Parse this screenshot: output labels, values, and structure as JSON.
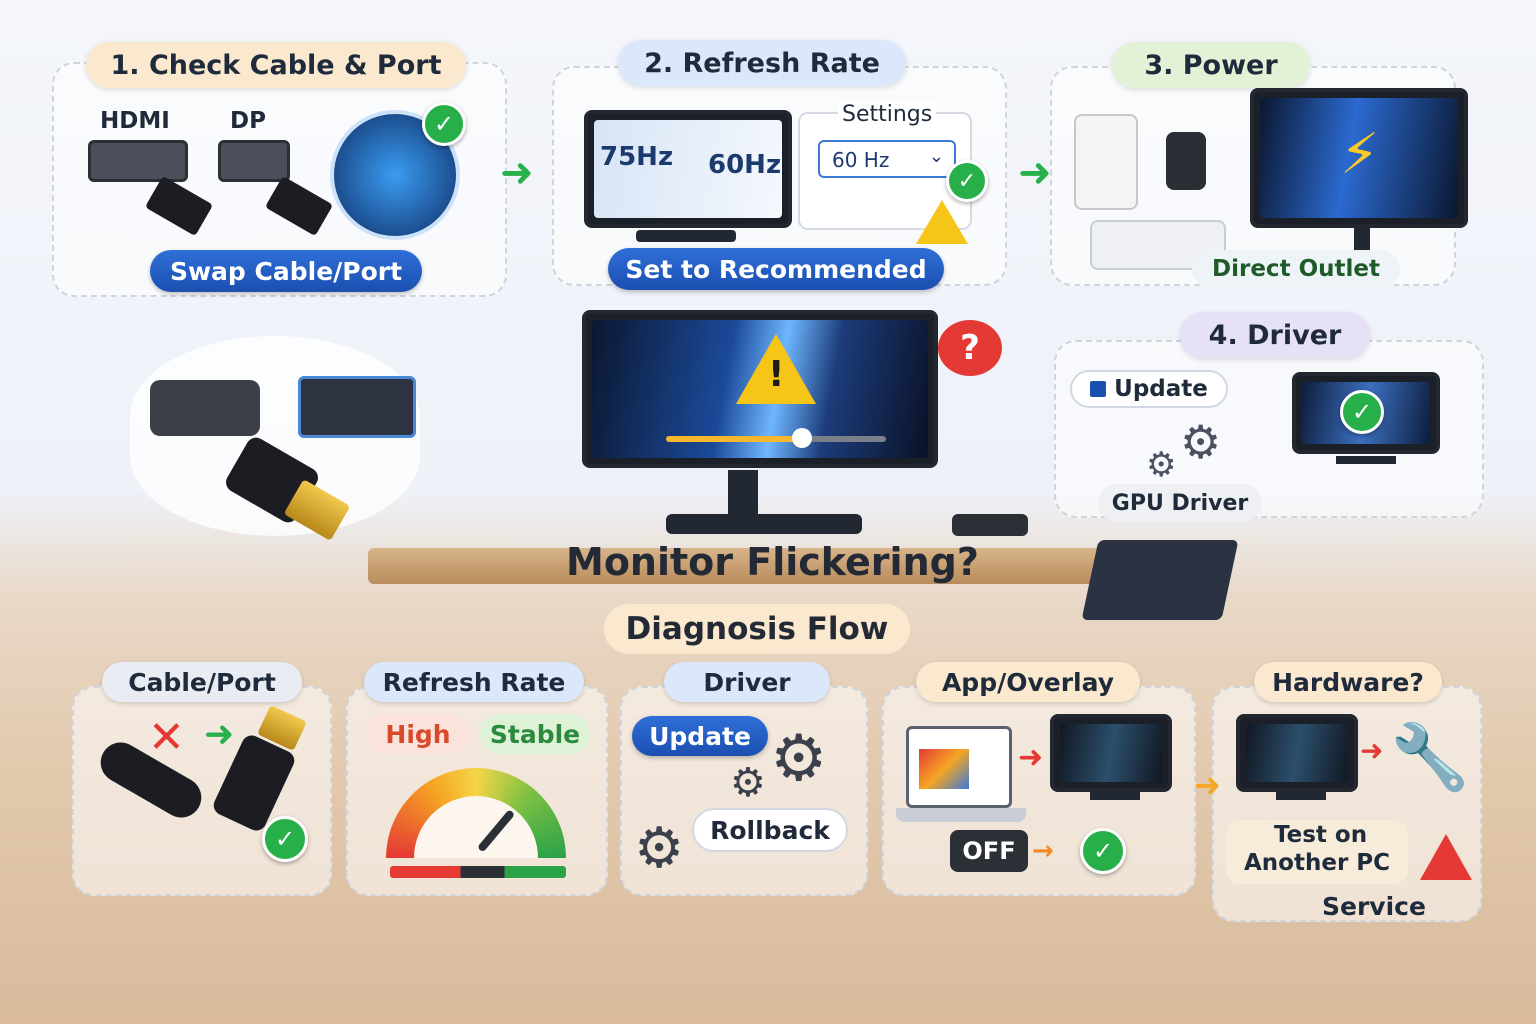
{
  "main_title": "Monitor Flickering?",
  "flow_label": "Diagnosis Flow",
  "step1": {
    "title": "1. Check Cable & Port",
    "hdmi": "HDMI",
    "dp": "DP",
    "action": "Swap Cable/Port"
  },
  "step2": {
    "title": "2. Refresh Rate",
    "from_rate": "75Hz",
    "to_rate": "60Hz",
    "settings_label": "Settings",
    "dropdown_value": "60 Hz",
    "action": "Set to Recommended"
  },
  "step3": {
    "title": "3. Power",
    "action": "Direct Outlet"
  },
  "step4": {
    "title": "4. Driver",
    "update": "Update",
    "gpu": "GPU Driver"
  },
  "center": {
    "question_mark": "?",
    "warning": "!"
  },
  "bottom": {
    "cable": {
      "title": "Cable/Port"
    },
    "refresh": {
      "title": "Refresh Rate",
      "high": "High",
      "stable": "Stable"
    },
    "driver": {
      "title": "Driver",
      "update": "Update",
      "rollback": "Rollback"
    },
    "app": {
      "title": "App/Overlay",
      "off": "OFF"
    },
    "hardware": {
      "title": "Hardware?",
      "test_line1": "Test on",
      "test_line2": "Another PC",
      "service": "Service"
    }
  },
  "colors": {
    "accent_blue": "#1b4fb0",
    "success_green": "#27b04a",
    "warning_yellow": "#f5c518",
    "error_red": "#e53935"
  },
  "icons": [
    "check-icon",
    "warning-icon",
    "question-icon",
    "gear-icon",
    "lightning-icon",
    "plug-icon",
    "x-icon",
    "wrench-icon",
    "chevron-down-icon"
  ]
}
